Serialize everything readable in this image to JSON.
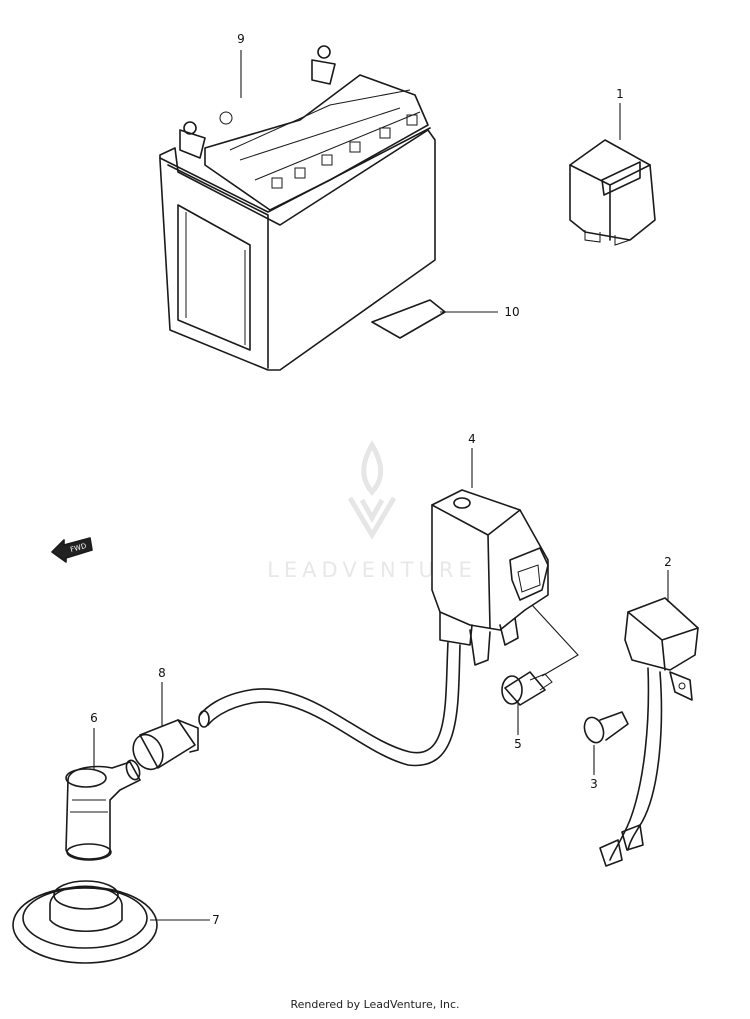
{
  "diagram": {
    "callouts": {
      "relay": "1",
      "regulator": "2",
      "screw_regulator": "3",
      "ignition_coil": "4",
      "screw_coil": "5",
      "plug_cap": "6",
      "cap_cover": "7",
      "seal": "8",
      "battery": "9",
      "battery_pad": "10"
    },
    "direction_marker": "FWD"
  },
  "watermark": {
    "text": "LEADVENTURE"
  },
  "footer": {
    "text": "Rendered by LeadVenture, Inc."
  }
}
